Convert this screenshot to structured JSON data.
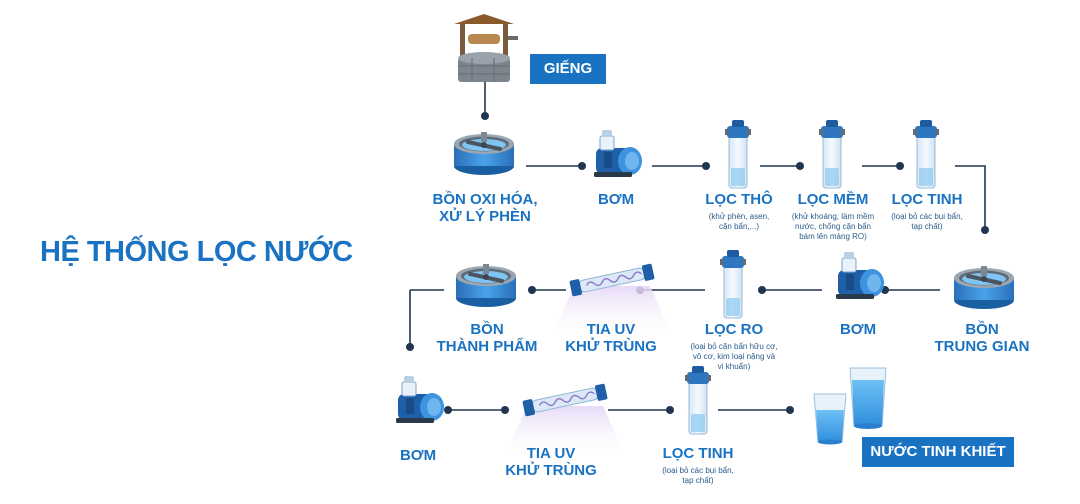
{
  "title": "HỆ THỐNG LỌC NƯỚC",
  "source_label": "GIẾNG",
  "row1": {
    "oxidation_tank": [
      "BỒN OXI HÓA,",
      "XỬ LÝ PHÈN"
    ],
    "pump": "BƠM",
    "coarse_filter": {
      "label": "LỌC THÔ",
      "desc": [
        "(khử phèn, asen,",
        "cặn bẩn,...)"
      ]
    },
    "softener_filter": {
      "label": "LỌC MỀM",
      "desc": [
        "(khử khoáng, làm mềm",
        "nước, chống cặn bẩn",
        "bám lên màng RO)"
      ]
    },
    "fine_filter": {
      "label": "LỌC TINH",
      "desc": [
        "(loại bỏ các bụi bẩn,",
        "tạp chất)"
      ]
    }
  },
  "row2": {
    "intermediate_tank": [
      "BỒN",
      "TRUNG GIAN"
    ],
    "pump": "BƠM",
    "ro_filter": {
      "label": "LỌC RO",
      "desc": [
        "(loại bỏ cặn bẩn hữu cơ,",
        "vô cơ, kim loại nặng và",
        "vi khuẩn)"
      ]
    },
    "uv_sterilizer": [
      "TIA UV",
      "KHỬ TRÙNG"
    ],
    "product_tank": [
      "BỒN",
      "THÀNH PHẨM"
    ]
  },
  "row3": {
    "pump": "BƠM",
    "uv_sterilizer": [
      "TIA UV",
      "KHỬ TRÙNG"
    ],
    "fine_filter": {
      "label": "LỌC TINH",
      "desc": [
        "(loại bỏ các bụi bẩn,",
        "tạp chất)"
      ]
    },
    "output_label": "NƯỚC TINH KHIẾT"
  },
  "colors": {
    "primary": "#1a73c2",
    "line": "#1f3550",
    "badge_bg": "#1a73c2",
    "uv_glow": "#d9c6f2"
  }
}
